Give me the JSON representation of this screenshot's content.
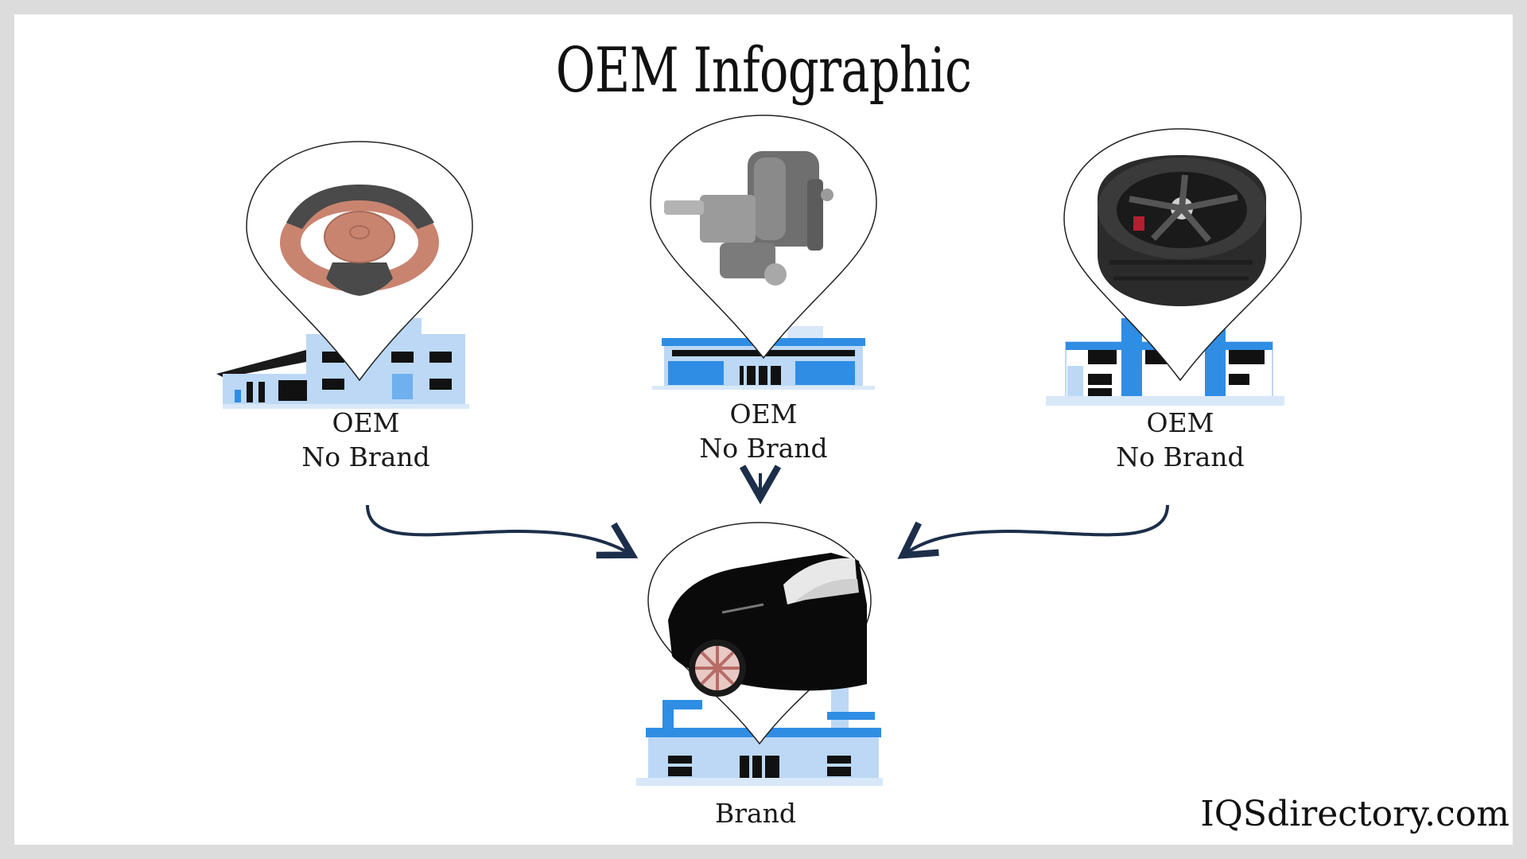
{
  "title": "OEM Infographic",
  "nodes": [
    {
      "id": "left",
      "line1": "OEM",
      "line2": "No Brand",
      "icon": "steering-wheel-icon"
    },
    {
      "id": "center",
      "line1": "OEM",
      "line2": "No Brand",
      "icon": "engine-icon"
    },
    {
      "id": "right",
      "line1": "OEM",
      "line2": "No Brand",
      "icon": "wheel-icon"
    }
  ],
  "target": {
    "label": "Brand",
    "icon": "car-icon"
  },
  "watermark": "IQSdirectory.com",
  "colors": {
    "building_light": "#bcd8f5",
    "building_mid": "#2f8de4",
    "windows": "#0d0d0d",
    "arrow": "#1c2e4a",
    "wheel_accent": "#c98470"
  }
}
